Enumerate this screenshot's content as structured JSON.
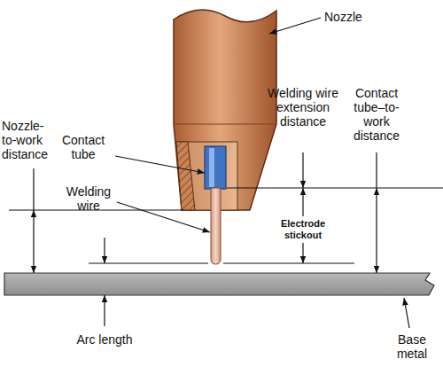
{
  "diagram": {
    "labels": [
      "Nozzle",
      "Welding wire extension distance",
      "Contact tube–to-work distance",
      "Nozzle-to-work distance",
      "Contact tube",
      "Welding wire",
      "Electrode stickout",
      "Arc length",
      "Base metal"
    ]
  }
}
